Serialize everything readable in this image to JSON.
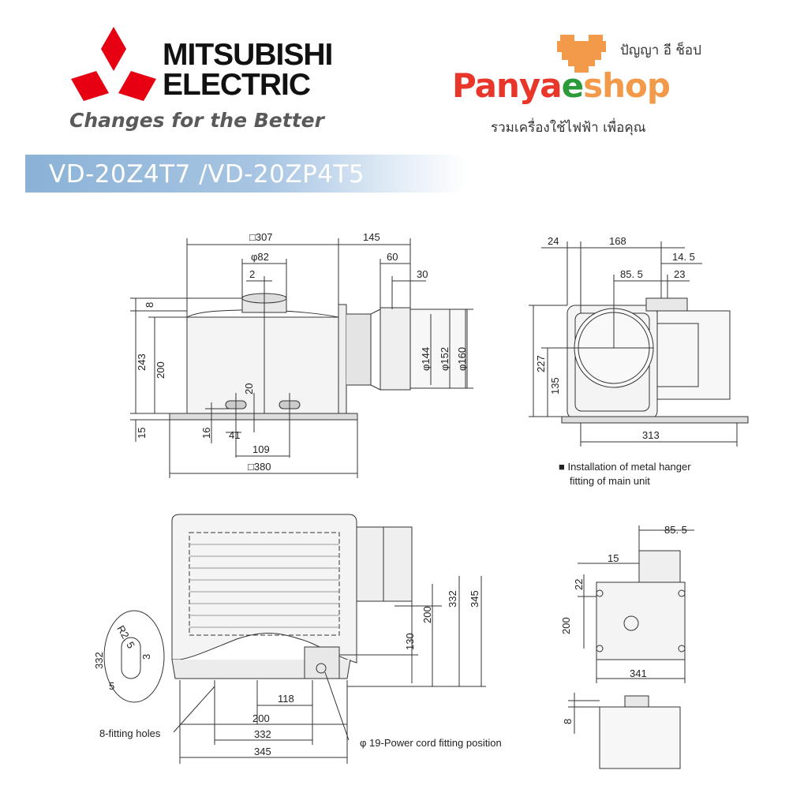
{
  "header": {
    "brand_line1": "MITSUBISHI",
    "brand_line2": "ELECTRIC",
    "slogan": "Changes for the Better",
    "model": "VD-20Z4T7  /VD-20ZP4T5",
    "shop_thai_name": "ปัญญา อี ช็อป",
    "shop_name_part1": "Panya",
    "shop_name_part2": "e",
    "shop_name_part3": "shop",
    "shop_tagline": "รวมเครื่องใช้ไฟฟ้า เพื่อคุณ",
    "colors": {
      "mitsubishi_red": "#e60012",
      "banner_blue": "#8ab2d6",
      "shop_red": "#e8362a",
      "shop_green": "#2a9a3a",
      "shop_orange": "#f39a4a"
    }
  },
  "front_view": {
    "d_307": "□307",
    "d_145": "145",
    "d_82": "φ82",
    "d_60": "60",
    "d_2": "2",
    "d_30": "30",
    "d_8": "8",
    "d_243": "243",
    "d_200": "200",
    "d_20": "20",
    "d_144": "φ144",
    "d_152": "φ152",
    "d_160": "φ160",
    "d_15": "15",
    "d_16": "16",
    "d_41": "41",
    "d_109": "109",
    "d_380": "□380"
  },
  "side_view": {
    "d_24": "24",
    "d_168": "168",
    "d_14_5": "14. 5",
    "d_85_5": "85. 5",
    "d_23": "23",
    "d_227": "227",
    "d_135": "135",
    "d_313": "313",
    "note_line1": "■ Installation of metal hanger",
    "note_line2": "fitting of main unit"
  },
  "bottom_view": {
    "d_200": "200",
    "d_332": "332",
    "d_345": "345",
    "d_130": "130",
    "d_118": "118",
    "d_200b": "200",
    "d_332b": "332",
    "d_345b": "345",
    "detail_332": "332",
    "detail_r25": "R2. 5",
    "detail_3": "3",
    "detail_5": "5",
    "label_holes": "8-fitting holes",
    "label_cord": "φ 19-Power cord fitting position"
  },
  "top_view": {
    "d_85_5": "85. 5",
    "d_15": "15",
    "d_22": "22",
    "d_200": "200",
    "d_341": "341",
    "d_8": "8"
  }
}
